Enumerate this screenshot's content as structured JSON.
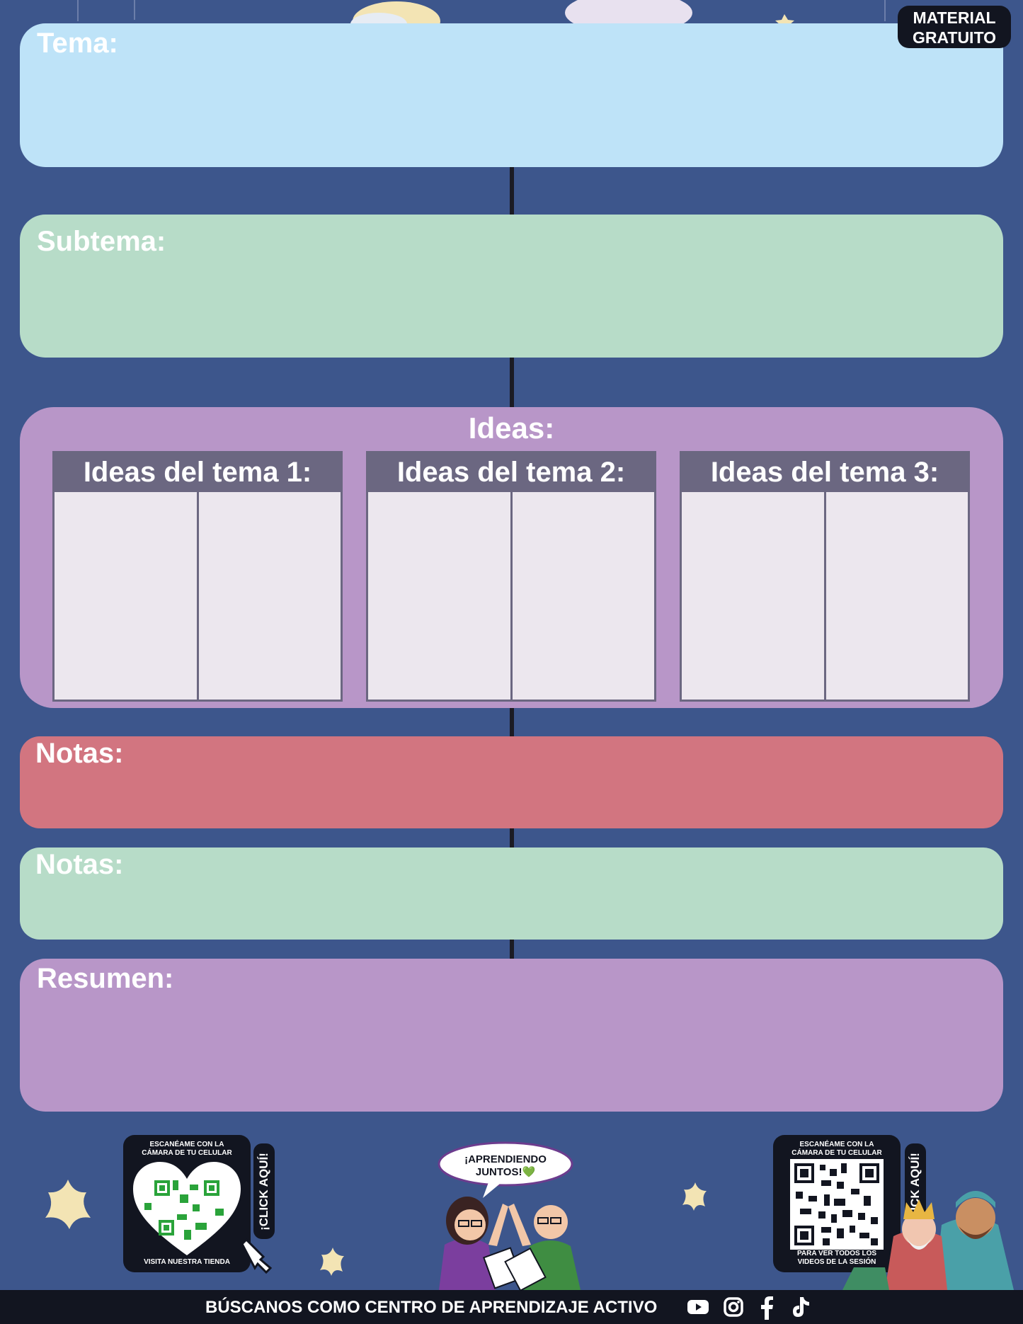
{
  "badge": {
    "line1": "MATERIAL",
    "line2": "GRATUITO"
  },
  "sections": {
    "tema": "Tema:",
    "subtema": "Subtema:",
    "ideas": "Ideas:",
    "notas1": "Notas:",
    "notas2": "Notas:",
    "resumen": "Resumen:"
  },
  "ideas_tables": [
    {
      "title": "Ideas del tema 1:"
    },
    {
      "title": "Ideas del tema 2:"
    },
    {
      "title": "Ideas del tema 3:"
    }
  ],
  "qr_left": {
    "top_text_1": "ESCANÉAME CON LA",
    "top_text_2": "CÁMARA DE TU CELULAR",
    "bottom_text": "VISITA NUESTRA TIENDA",
    "click_label": "¡CLICK AQUÍ!"
  },
  "qr_right": {
    "top_text_1": "ESCANÉAME CON LA",
    "top_text_2": "CÁMARA DE TU CELULAR",
    "bottom_text_1": "PARA VER TODOS LOS",
    "bottom_text_2": "VIDEOS DE LA SESIÓN",
    "click_label": "¡CLICK AQUÍ!"
  },
  "speech_bubble": {
    "line1": "¡APRENDIENDO",
    "line2": "JUNTOS!💚"
  },
  "footer": {
    "text": "BÚSCANOS COMO CENTRO DE APRENDIZAJE ACTIVO",
    "icons": [
      "youtube-icon",
      "instagram-icon",
      "facebook-icon",
      "tiktok-icon"
    ]
  },
  "colors": {
    "background": "#3d568c",
    "tema": "#bee3f8",
    "subtema": "#b7dcc8",
    "ideas": "#b896c8",
    "notas_red": "#d27580",
    "notas_green": "#b7dcc8",
    "resumen": "#b896c8",
    "table_header": "#6b6781",
    "table_cell": "#ece7ee"
  }
}
